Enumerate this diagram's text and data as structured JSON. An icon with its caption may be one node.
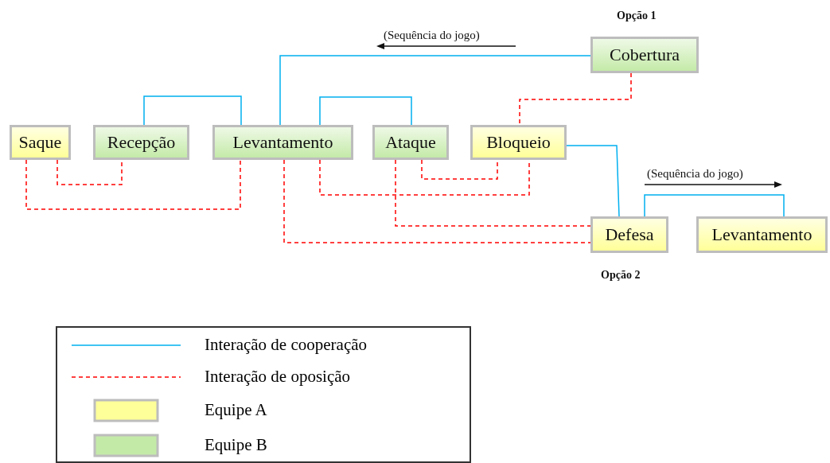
{
  "diagram": {
    "nodes": [
      {
        "text": [
          "Saque"
        ]
      },
      {
        "text": [
          "Recepção"
        ]
      },
      {
        "text": [
          "Levantamento"
        ]
      },
      {
        "text": [
          "Ataque"
        ]
      },
      {
        "text": [
          "Bloqueio"
        ]
      },
      {
        "text": [
          "Cobertura"
        ],
        "beside": [
          "Opção 1"
        ]
      },
      {
        "text": [
          "Defesa"
        ],
        "beside": [
          "Opção 2"
        ]
      },
      {
        "text": [
          "Levantamento"
        ]
      }
    ],
    "edges": [
      {
        "from": 1,
        "to": 2,
        "arrow": "none",
        "color": "#00b0f0"
      },
      {
        "from": 5,
        "to": 2,
        "arrow": "none",
        "color": "#00b0f0"
      },
      {
        "from": 2,
        "to": 3,
        "arrow": "none",
        "color": "#00b0f0"
      },
      {
        "from": 4,
        "to": 6,
        "arrow": "none",
        "color": "#00b0f0"
      },
      {
        "from": 6,
        "to": 7,
        "arrow": "none",
        "color": "#00b0f0"
      },
      {
        "from": 0,
        "to": 1,
        "arrow": "none",
        "style": "dashed"
      },
      {
        "from": 0,
        "to": 2,
        "arrow": "none",
        "style": "dashed"
      },
      {
        "from": 5,
        "to": 4,
        "arrow": "none",
        "style": "dashed"
      },
      {
        "from": 3,
        "to": 4,
        "arrow": "none",
        "style": "dashed"
      },
      {
        "from": 2,
        "to": 4,
        "arrow": "none",
        "style": "dashed"
      },
      {
        "from": 3,
        "to": 6,
        "arrow": "none",
        "style": "dashed"
      },
      {
        "from": 2,
        "to": 6,
        "arrow": "none",
        "style": "dashed"
      }
    ],
    "labels": [
      "(Sequência do jogo)",
      "(Sequência do jogo)"
    ],
    "legend": [
      {
        "text": "Interação de cooperação"
      },
      {
        "text": "Interação de oposição"
      },
      {
        "text": "Equipe A",
        "color": "#ffff99"
      },
      {
        "text": "Equipe B",
        "color": "#c4eaa8"
      }
    ]
  }
}
